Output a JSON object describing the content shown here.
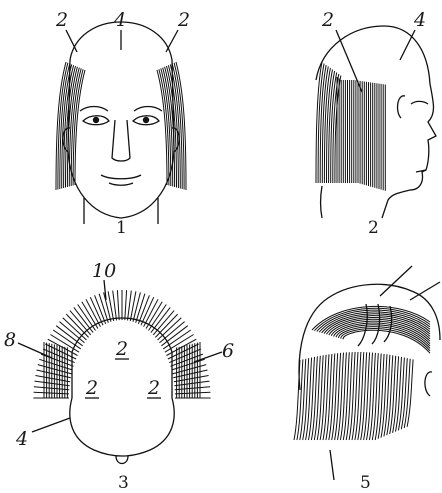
{
  "figures": [
    {
      "caption": "1",
      "labels": [
        "2",
        "4",
        "2"
      ]
    },
    {
      "caption": "2",
      "labels": [
        "2",
        "4"
      ]
    },
    {
      "caption": "3",
      "labels": [
        "10",
        "8",
        "2",
        "6",
        "2",
        "2",
        "4"
      ]
    },
    {
      "caption": "5",
      "labels": []
    }
  ]
}
